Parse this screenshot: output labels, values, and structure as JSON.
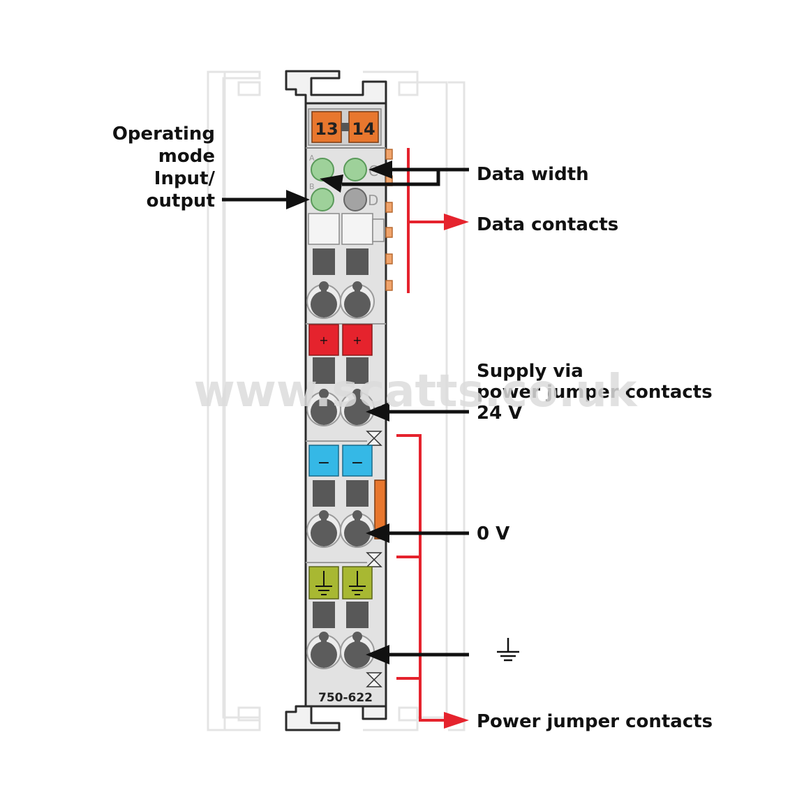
{
  "diagram": {
    "labels": {
      "operating_mode": [
        "Operating",
        "mode",
        "Input/",
        "output"
      ],
      "data_width": "Data width",
      "data_contacts": "Data contacts",
      "supply": [
        "Supply via",
        "power jumper contacts",
        "24 V"
      ],
      "zero_v": "0 V",
      "power_jumper": "Power jumper contacts"
    },
    "module": {
      "part_number": "750-622",
      "address_left": "13",
      "address_right": "14",
      "led_letters": [
        "A",
        "B",
        "C",
        "D"
      ],
      "plus_symbol": "+",
      "minus_symbol": "−"
    },
    "watermark": "www.scatts.co.uk",
    "colors": {
      "orange": "#e8772e",
      "green_led": "#9ed19a",
      "red_block": "#e5232d",
      "blue_block": "#35b8e6",
      "ground_block": "#a8b832",
      "red_line": "#e5232d",
      "body": "#e2e2e2"
    }
  }
}
